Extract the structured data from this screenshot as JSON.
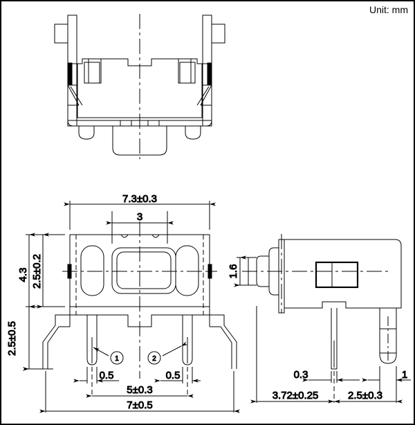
{
  "sheet": {
    "unit_label": "Unit: mm",
    "background_color": "#ffffff",
    "line_color": "#000000",
    "border_color": "#000000"
  },
  "views": {
    "top": {
      "name": "perspective-top-view",
      "description": "Top / plan view of side-actuated tact switch with mounting brackets"
    },
    "front": {
      "name": "front-view",
      "description": "Front elevation with through-hole terminals and dimension set"
    },
    "side": {
      "name": "side-view",
      "description": "Side elevation showing plunger actuator and terminals"
    }
  },
  "dimensions": {
    "front": {
      "overall_width": "7.3±0.3",
      "center_feature_width": "3",
      "overall_height": "4.3",
      "body_height": "2.5±0.2",
      "lead_length": "2.5±0.5",
      "pin_width_left": "0.5",
      "pin_width_right": "0.5",
      "pin_pitch": "5±0.3",
      "lead_span": "7±0.5"
    },
    "side": {
      "actuator_height": "1.6",
      "pin_thickness": "0.3",
      "body_depth": "3.72±0.25",
      "pin_offset": "2.5±0.3",
      "tab_width": "1"
    }
  },
  "callouts": [
    {
      "id": "callout-1",
      "label": "1"
    },
    {
      "id": "callout-2",
      "label": "2"
    }
  ]
}
